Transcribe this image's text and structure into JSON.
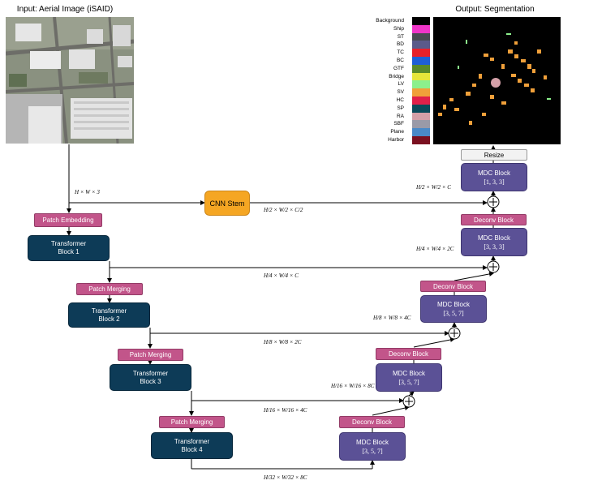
{
  "input_title": "Input: Aerial Image (iSAID)",
  "output_title": "Output: Segmentation",
  "legend": [
    {
      "label": "Background",
      "color": "#000000"
    },
    {
      "label": "Ship",
      "color": "#f035c8"
    },
    {
      "label": "ST",
      "color": "#4a4a52"
    },
    {
      "label": "BD",
      "color": "#5a5a8a"
    },
    {
      "label": "TC",
      "color": "#e8202a"
    },
    {
      "label": "BC",
      "color": "#1f5fd6"
    },
    {
      "label": "GTF",
      "color": "#5a8a2a"
    },
    {
      "label": "Bridge",
      "color": "#e6e63a"
    },
    {
      "label": "LV",
      "color": "#8cf08c"
    },
    {
      "label": "SV",
      "color": "#f0a03a"
    },
    {
      "label": "HC",
      "color": "#e0204a"
    },
    {
      "label": "SP",
      "color": "#0a4a5a"
    },
    {
      "label": "RA",
      "color": "#d4a0a8"
    },
    {
      "label": "SBF",
      "color": "#9a9aa8"
    },
    {
      "label": "Plane",
      "color": "#4a8ac8"
    },
    {
      "label": "Harbor",
      "color": "#7a1020"
    }
  ],
  "encoder": {
    "patch_embedding": "Patch Embedding",
    "patch_merging": "Patch Merging",
    "transformer_title": "Transformer",
    "block1": "Block 1",
    "block2": "Block 2",
    "block3": "Block 3",
    "block4": "Block 4"
  },
  "cnn_stem": "CNN Stem",
  "decoder": {
    "resize": "Resize",
    "deconv": "Deconv Block",
    "mdc_title": "MDC Block",
    "k133": "[1, 3, 3]",
    "k333": "[3, 3, 3]",
    "k357": "[3, 5, 7]"
  },
  "dims": {
    "input": "H × W × 3",
    "stem": "H/2 × W/2 × C/2",
    "d1_out": "H/2 × W/2 × C",
    "d2_out": "H/4 × W/4 × 2C",
    "skip1": "H/4 × W/4 × C",
    "d3_out": "H/8 × W/8 × 4C",
    "skip2": "H/8 × W/8 × 2C",
    "d4_out": "H/16 × W/16 × 8C",
    "skip3": "H/16 × W/16 × 4C",
    "bottom": "H/32 × W/32 × 8C"
  }
}
